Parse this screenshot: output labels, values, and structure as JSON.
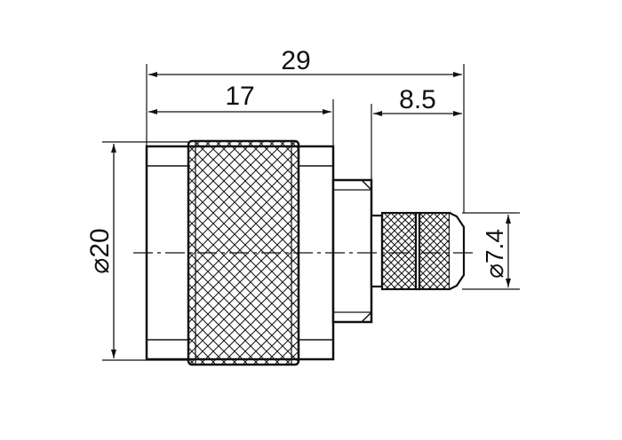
{
  "dimensions": {
    "overall_length": "29",
    "body_length": "17",
    "crimp_length": "8.5",
    "body_diameter": "⌀20",
    "crimp_diameter": "⌀7.4"
  },
  "colors": {
    "line": "#111111",
    "background": "#ffffff"
  }
}
